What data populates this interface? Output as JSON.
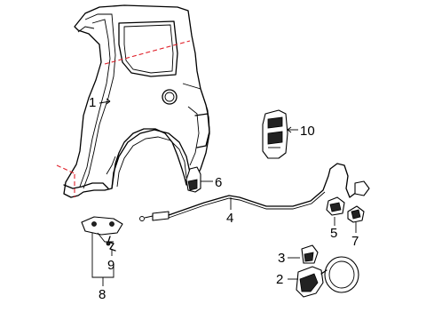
{
  "callouts": [
    {
      "id": "1",
      "text": "1"
    },
    {
      "id": "2",
      "text": "2"
    },
    {
      "id": "3",
      "text": "3"
    },
    {
      "id": "4",
      "text": "4"
    },
    {
      "id": "5",
      "text": "5"
    },
    {
      "id": "6",
      "text": "6"
    },
    {
      "id": "7",
      "text": "7"
    },
    {
      "id": "8",
      "text": "8"
    },
    {
      "id": "9",
      "text": "9"
    },
    {
      "id": "10",
      "text": "10"
    }
  ],
  "colors": {
    "line": "#000000",
    "cut_line": "#e0202a",
    "background": "#ffffff"
  }
}
